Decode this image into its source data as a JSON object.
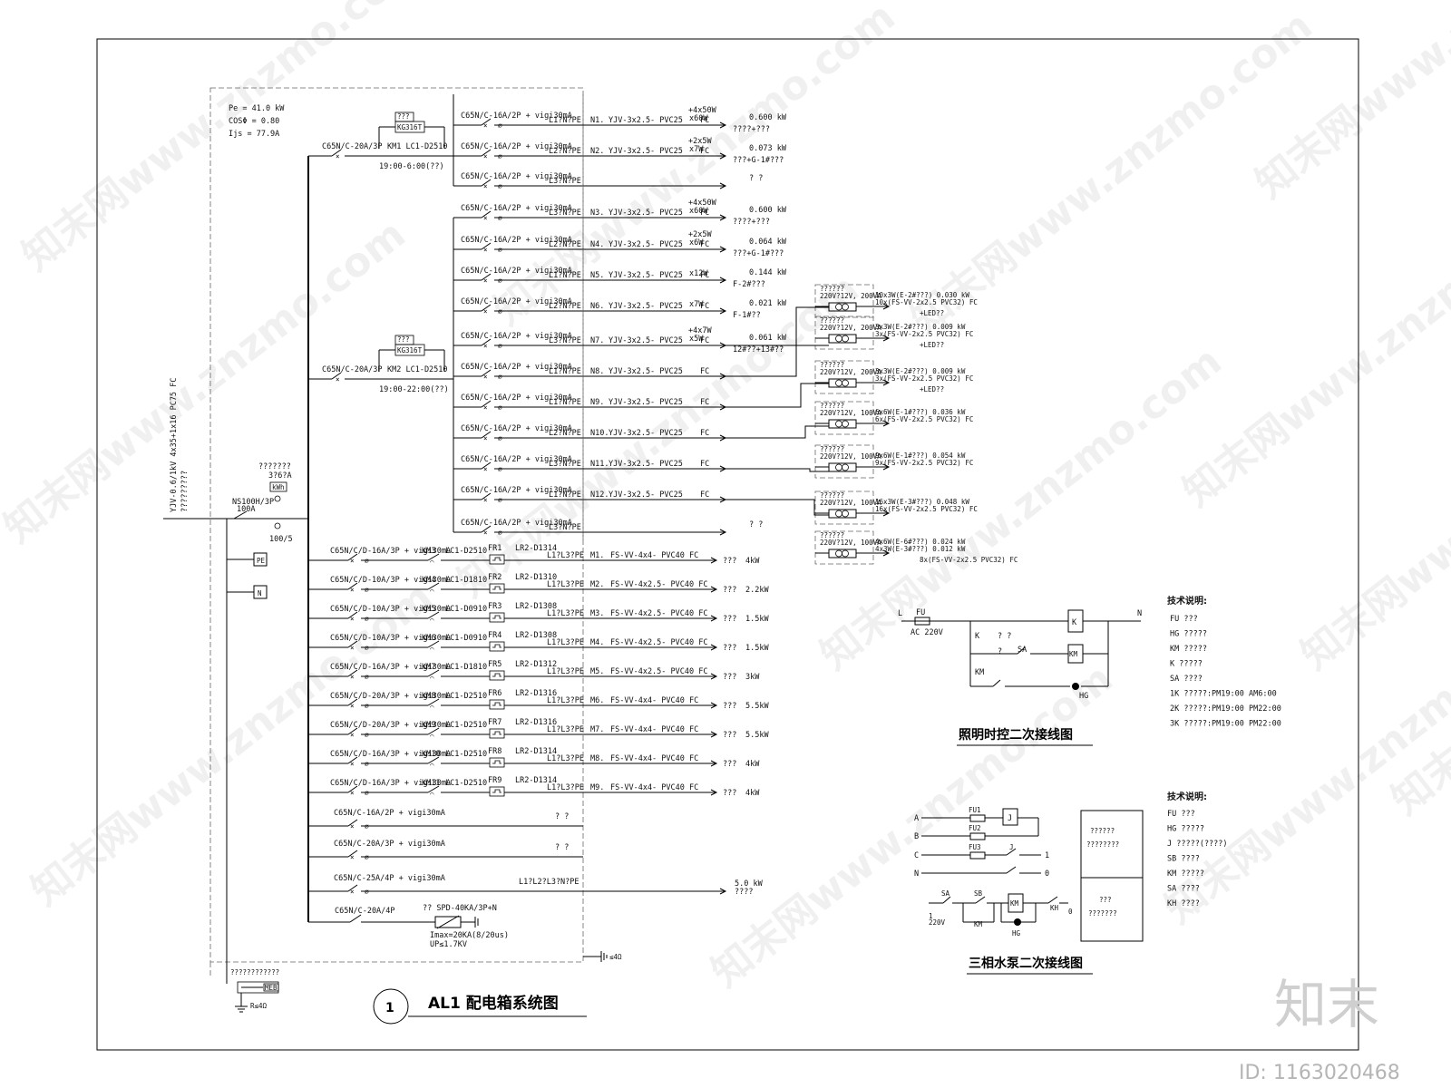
{
  "header": {
    "pe": "Pe = 41.0 kW",
    "cos": "COSΦ = 0.80",
    "ijs": "Ijs = 77.9A"
  },
  "incoming": {
    "cable1": "YJV-0.6/1kV 4x35+1x16 PC75 FC",
    "cable2": "?????????",
    "main_breaker": "NS100H/3P",
    "main_rating": "100A",
    "meter_label": "???????",
    "meter_value": "3?6?A",
    "meter_unit": "kWh",
    "ct_ratio": "100/5",
    "pe": "PE",
    "n": "N",
    "ground_label": "????????????",
    "meb": "MEB",
    "r_value": "R≤4Ω",
    "earth_right": "≤4Ω"
  },
  "groups": [
    {
      "breaker": "C65N/C-20A/3P",
      "contactor": "KM1 LC1-D2510",
      "kg": "KG316T",
      "kgtop": "???",
      "time": "19:00-6:00(??)"
    },
    {
      "breaker": "C65N/C-20A/3P",
      "contactor": "KM2 LC1-D2510",
      "kg": "KG316T",
      "kgtop": "???",
      "time": "19:00-22:00(??)"
    }
  ],
  "lighting_circuits": [
    {
      "breaker": "C65N/C-16A/2P + vigi30mA",
      "phase": "L1?N?PE",
      "circuit": "N1.",
      "cable": "YJV-3x2.5- PVC25",
      "fc": "FC",
      "spec": "+4x50W",
      "spec2": "x60W",
      "power": "0.600 kW",
      "desc": "????+???"
    },
    {
      "breaker": "C65N/C-16A/2P + vigi30mA",
      "phase": "L2?N?PE",
      "circuit": "N2.",
      "cable": "YJV-3x2.5- PVC25",
      "fc": "FC",
      "spec": "+2x5W",
      "spec2": "x7W",
      "power": "0.073 kW",
      "desc": "???+G-1#???"
    },
    {
      "breaker": "C65N/C-16A/2P + vigi30mA",
      "phase": "L3?N?PE",
      "circuit": "",
      "cable": "",
      "fc": "",
      "spec": "",
      "spec2": "",
      "power": "? ?",
      "desc": ""
    },
    {
      "breaker": "C65N/C-16A/2P + vigi30mA",
      "phase": "L3?N?PE",
      "circuit": "N3.",
      "cable": "YJV-3x2.5- PVC25",
      "fc": "FC",
      "spec": "+4x50W",
      "spec2": "x60W",
      "power": "0.600 kW",
      "desc": "????+???"
    },
    {
      "breaker": "C65N/C-16A/2P + vigi30mA",
      "phase": "L2?N?PE",
      "circuit": "N4.",
      "cable": "YJV-3x2.5- PVC25",
      "fc": "FC",
      "spec": "+2x5W",
      "spec2": "x6W",
      "power": "0.064 kW",
      "desc": "???+G-1#???"
    },
    {
      "breaker": "C65N/C-16A/2P + vigi30mA",
      "phase": "L1?N?PE",
      "circuit": "N5.",
      "cable": "YJV-3x2.5- PVC25",
      "fc": "FC",
      "spec": "",
      "spec2": "x12W",
      "power": "0.144 kW",
      "desc": "F-2#???"
    },
    {
      "breaker": "C65N/C-16A/2P + vigi30mA",
      "phase": "L2?N?PE",
      "circuit": "N6.",
      "cable": "YJV-3x2.5- PVC25",
      "fc": "FC",
      "spec": "",
      "spec2": "x7W",
      "power": "0.021 kW",
      "desc": "F-1#??"
    },
    {
      "breaker": "C65N/C-16A/2P + vigi30mA",
      "phase": "L3?N?PE",
      "circuit": "N7.",
      "cable": "YJV-3x2.5- PVC25",
      "fc": "FC",
      "spec": "+4x7W",
      "spec2": "x5W",
      "power": "0.061 kW",
      "desc": "12#??+13#??"
    },
    {
      "breaker": "C65N/C-16A/2P + vigi30mA",
      "phase": "L1?N?PE",
      "circuit": "N8.",
      "cable": "YJV-3x2.5- PVC25",
      "fc": "FC",
      "spec": "",
      "spec2": "",
      "power": "",
      "desc": ""
    },
    {
      "breaker": "C65N/C-16A/2P + vigi30mA",
      "phase": "L1?N?PE",
      "circuit": "N9.",
      "cable": "YJV-3x2.5- PVC25",
      "fc": "FC",
      "spec": "",
      "spec2": "",
      "power": "",
      "desc": ""
    },
    {
      "breaker": "C65N/C-16A/2P + vigi30mA",
      "phase": "L2?N?PE",
      "circuit": "N10.",
      "cable": "YJV-3x2.5- PVC25",
      "fc": "FC",
      "spec": "",
      "spec2": "",
      "power": "",
      "desc": ""
    },
    {
      "breaker": "C65N/C-16A/2P + vigi30mA",
      "phase": "L3?N?PE",
      "circuit": "N11.",
      "cable": "YJV-3x2.5- PVC25",
      "fc": "FC",
      "spec": "",
      "spec2": "",
      "power": "",
      "desc": ""
    },
    {
      "breaker": "C65N/C-16A/2P + vigi30mA",
      "phase": "L1?N?PE",
      "circuit": "N12.",
      "cable": "YJV-3x2.5- PVC25",
      "fc": "FC",
      "spec": "",
      "spec2": "",
      "power": "",
      "desc": ""
    },
    {
      "breaker": "C65N/C-16A/2P + vigi30mA",
      "phase": "L3?N?PE",
      "circuit": "",
      "cable": "",
      "fc": "",
      "spec": "",
      "spec2": "",
      "power": "? ?",
      "desc": ""
    }
  ],
  "transformers": [
    {
      "top": "??????",
      "rating": "220V?12V, 200VA",
      "l1": "10x3W(E-2#???)  0.030 kW",
      "l2": "10x(FS-VV-2x2.5 PVC32) FC",
      "l3": "+LED??"
    },
    {
      "top": "??????",
      "rating": "220V?12V, 200VA",
      "l1": "3x3W(E-2#???)  0.009 kW",
      "l2": "3x(FS-VV-2x2.5 PVC32) FC",
      "l3": "+LED??"
    },
    {
      "top": "??????",
      "rating": "220V?12V, 200VA",
      "l1": "3x3W(E-2#???)  0.009 kW",
      "l2": "3x(FS-VV-2x2.5 PVC32) FC",
      "l3": "+LED??"
    },
    {
      "top": "??????",
      "rating": "220V?12V, 100VA",
      "l1": "6x6W(E-1#???)  0.036 kW",
      "l2": "6x(FS-VV-2x2.5 PVC32) FC",
      "l3": ""
    },
    {
      "top": "??????",
      "rating": "220V?12V, 100VA",
      "l1": "9x6W(E-1#???)  0.054 kW",
      "l2": "9x(FS-VV-2x2.5 PVC32) FC",
      "l3": ""
    },
    {
      "top": "??????",
      "rating": "220V?12V, 100VA",
      "l1": "16x3W(E-3#???)  0.048 kW",
      "l2": "16x(FS-VV-2x2.5 PVC32) FC",
      "l3": ""
    },
    {
      "top": "??????",
      "rating": "220V?12V, 100VA",
      "l1": "4x6W(E-6#???)  0.024 kW",
      "l2": "4x3W(E-3#???)  0.012 kW",
      "l3": "8x(FS-VV-2x2.5 PVC32) FC"
    }
  ],
  "motor_circuits": [
    {
      "breaker": "C65N/C/D-16A/3P + vigi30mA",
      "km": "KM3",
      "lc": "LC1-D2510",
      "fr": "FR1",
      "lr": "LR2-D1314",
      "phase": "L1?L3?PE",
      "circuit": "M1.",
      "cable": "FS-VV-4x4- PVC40 FC",
      "dev": "???",
      "power": "4kW"
    },
    {
      "breaker": "C65N/C/D-10A/3P + vigi30mA",
      "km": "KM4",
      "lc": "LC1-D1810",
      "fr": "FR2",
      "lr": "LR2-D1310",
      "phase": "L1?L3?PE",
      "circuit": "M2.",
      "cable": "FS-VV-4x2.5- PVC40 FC",
      "dev": "???",
      "power": "2.2kW"
    },
    {
      "breaker": "C65N/C/D-10A/3P + vigi30mA",
      "km": "KM5",
      "lc": "LC1-D0910",
      "fr": "FR3",
      "lr": "LR2-D1308",
      "phase": "L1?L3?PE",
      "circuit": "M3.",
      "cable": "FS-VV-4x2.5- PVC40 FC",
      "dev": "???",
      "power": "1.5kW"
    },
    {
      "breaker": "C65N/C/D-10A/3P + vigi30mA",
      "km": "KM6",
      "lc": "LC1-D0910",
      "fr": "FR4",
      "lr": "LR2-D1308",
      "phase": "L1?L3?PE",
      "circuit": "M4.",
      "cable": "FS-VV-4x2.5- PVC40 FC",
      "dev": "???",
      "power": "1.5kW"
    },
    {
      "breaker": "C65N/C/D-16A/3P + vigi30mA",
      "km": "KM7",
      "lc": "LC1-D1810",
      "fr": "FR5",
      "lr": "LR2-D1312",
      "phase": "L1?L3?PE",
      "circuit": "M5.",
      "cable": "FS-VV-4x2.5- PVC40 FC",
      "dev": "???",
      "power": "3kW"
    },
    {
      "breaker": "C65N/C/D-20A/3P + vigi30mA",
      "km": "KM8",
      "lc": "LC1-D2510",
      "fr": "FR6",
      "lr": "LR2-D1316",
      "phase": "L1?L3?PE",
      "circuit": "M6.",
      "cable": "FS-VV-4x4- PVC40 FC",
      "dev": "???",
      "power": "5.5kW"
    },
    {
      "breaker": "C65N/C/D-20A/3P + vigi30mA",
      "km": "KM9",
      "lc": "LC1-D2510",
      "fr": "FR7",
      "lr": "LR2-D1316",
      "phase": "L1?L3?PE",
      "circuit": "M7.",
      "cable": "FS-VV-4x4- PVC40 FC",
      "dev": "???",
      "power": "5.5kW"
    },
    {
      "breaker": "C65N/C/D-16A/3P + vigi30mA",
      "km": "KM10",
      "lc": "LC1-D2510",
      "fr": "FR8",
      "lr": "LR2-D1314",
      "phase": "L1?L3?PE",
      "circuit": "M8.",
      "cable": "FS-VV-4x4- PVC40 FC",
      "dev": "???",
      "power": "4kW"
    },
    {
      "breaker": "C65N/C/D-16A/3P + vigi30mA",
      "km": "KM11",
      "lc": "LC1-D2510",
      "fr": "FR9",
      "lr": "LR2-D1314",
      "phase": "L1?L3?PE",
      "circuit": "M9.",
      "cable": "FS-VV-4x4- PVC40 FC",
      "dev": "???",
      "power": "4kW"
    }
  ],
  "spare_circuits": [
    {
      "breaker": "C65N/C-16A/2P + vigi30mA",
      "note": "? ?",
      "power": "",
      "desc": ""
    },
    {
      "breaker": "C65N/C-20A/3P + vigi30mA",
      "note": "? ?",
      "power": "",
      "desc": ""
    },
    {
      "breaker": "C65N/C-25A/4P + vigi30mA",
      "note": "L1?L2?L3?N?PE",
      "power": "5.0 kW",
      "desc": "????"
    }
  ],
  "spd": {
    "breaker": "C65N/C-20A/4P",
    "model": "?? SPD-40KA/3P+N",
    "imax": "Imax=20KA(8/20us)",
    "up": "UP≤1.7KV"
  },
  "title": {
    "number": "1",
    "text": "AL1 配电箱系统图"
  },
  "lighting_control": {
    "title": "照明时控二次接线图",
    "L": "L",
    "N": "N",
    "FU": "FU",
    "ac": "AC 220V",
    "K": "K",
    "KM": "KM",
    "SA": "SA",
    "HG": "HG",
    "q": "?",
    "qq": "? ?",
    "notes_title": "技术说明:",
    "notes": [
      "FU ???",
      "HG ?????",
      "KM ?????",
      "K  ?????",
      "SA ????",
      "1K ?????:PM19:00  AM6:00",
      "2K ?????:PM19:00  PM22:00",
      "3K ?????:PM19:00  PM22:00"
    ]
  },
  "pump_control": {
    "title": "三相水泵二次接线图",
    "A": "A",
    "B": "B",
    "C": "C",
    "N": "N",
    "FU1": "FU1",
    "FU2": "FU2",
    "FU3": "FU3",
    "J": "J",
    "one": "1",
    "zero": "0",
    "SA": "SA",
    "SB": "SB",
    "KM": "KM",
    "KH": "KH",
    "HG": "HG",
    "v220": "220V",
    "box1": "??????",
    "box2": "????????",
    "box3": "???",
    "box4": "???????",
    "notes_title": "技术说明:",
    "notes": [
      "FU ???",
      "HG  ?????",
      "J   ?????(????)",
      "SB  ????",
      "KM ?????",
      "SA  ????",
      "KH  ????"
    ]
  },
  "watermark": {
    "text": "知末网www.znzmo.com",
    "logo": "知末",
    "id": "ID: 1163020468"
  }
}
